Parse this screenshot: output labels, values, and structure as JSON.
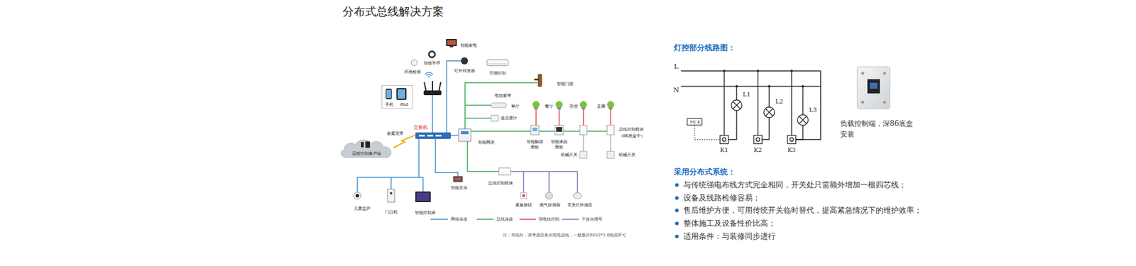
{
  "diagram": {
    "title": "分布式总线解决方案",
    "nodes": [
      {
        "text": [
          "手机",
          "iPad"
        ]
      },
      {
        "text": [
          "远程控制客户端"
        ]
      },
      {
        "text": [
          "PE.K"
        ]
      }
    ],
    "labels": [
      "智能家电",
      "智能手环",
      "环境检测",
      "红外转发器",
      "空调控制",
      "智能门锁",
      "电动窗帘",
      "客厅",
      "餐厅",
      "卧室",
      "走廊",
      "温湿度计",
      "交换机",
      "家庭宽带",
      "智能网关",
      "总线控制模块（86底盒中）",
      "智能触摸面板",
      "智能液晶面板",
      "机械开关",
      "机械开关",
      "总线控制模块",
      "智能音乐",
      "紧急按钮",
      "燃气探测器",
      "玄关红外感应",
      "儿童监护",
      "门口机",
      "智能控制屏",
      "注：布线时，请考虑设备供电电源线，一般敷设RVV2*1.0线缆即可",
      "灯控部分线路图：",
      "L",
      "N",
      "L1",
      "L2",
      "L3",
      "K1",
      "K2",
      "K3",
      "负载控制端，深86底盒安装",
      "采用分布式系统：",
      "与传统强电布线方式完全相同，开关处只需额外增加一根四芯线；",
      "设备及线路检修容易；",
      "售后维护方便，可用传统开关临时替代，提高紧急情况下的维护效率；",
      "整体施工及设备性价比高；",
      "适用条件：与装修同步进行"
    ],
    "legend": [
      {
        "text": "网络连接"
      },
      {
        "text": "总线连接"
      },
      {
        "text": "强电线控制"
      },
      {
        "text": "干接点信号"
      }
    ]
  }
}
